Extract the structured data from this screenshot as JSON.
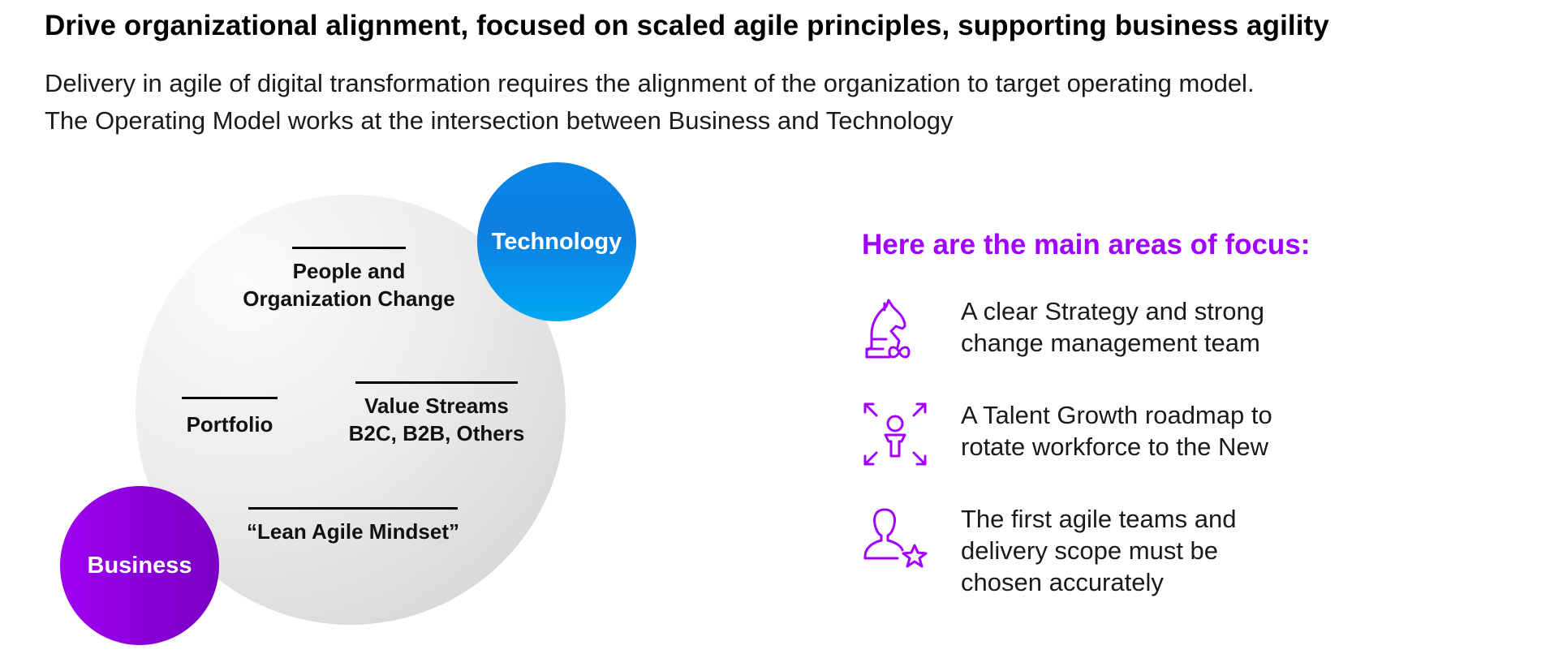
{
  "header": {
    "title": "Drive organizational alignment, focused on scaled agile principles, supporting business agility",
    "subtitle_lines": [
      "Delivery in agile of digital transformation requires the alignment of the organization to target operating model.",
      "The Operating Model works at the intersection between Business and Technology"
    ]
  },
  "diagram": {
    "technology_label": "Technology",
    "business_label": "Business",
    "nodes": {
      "people": [
        "People and",
        "Organization Change"
      ],
      "portfolio": "Portfolio",
      "value_streams": [
        "Value Streams",
        "B2C, B2B, Others"
      ],
      "mindset": "“Lean Agile Mindset”"
    },
    "colors": {
      "technology": "#0a85e6",
      "business": "#a100f2",
      "circle": "#e6e6e6"
    }
  },
  "focus": {
    "title": "Here are the main areas of focus:",
    "accent_color": "#a100ff",
    "items": [
      {
        "icon": "chess-knight-infinity-icon",
        "lines": [
          "A clear Strategy and strong",
          "change management team"
        ]
      },
      {
        "icon": "person-expand-arrows-icon",
        "lines": [
          "A Talent Growth roadmap to",
          "rotate workforce to the New"
        ]
      },
      {
        "icon": "person-star-icon",
        "lines": [
          "The first agile teams and",
          "delivery scope must be",
          "chosen accurately"
        ]
      }
    ]
  }
}
